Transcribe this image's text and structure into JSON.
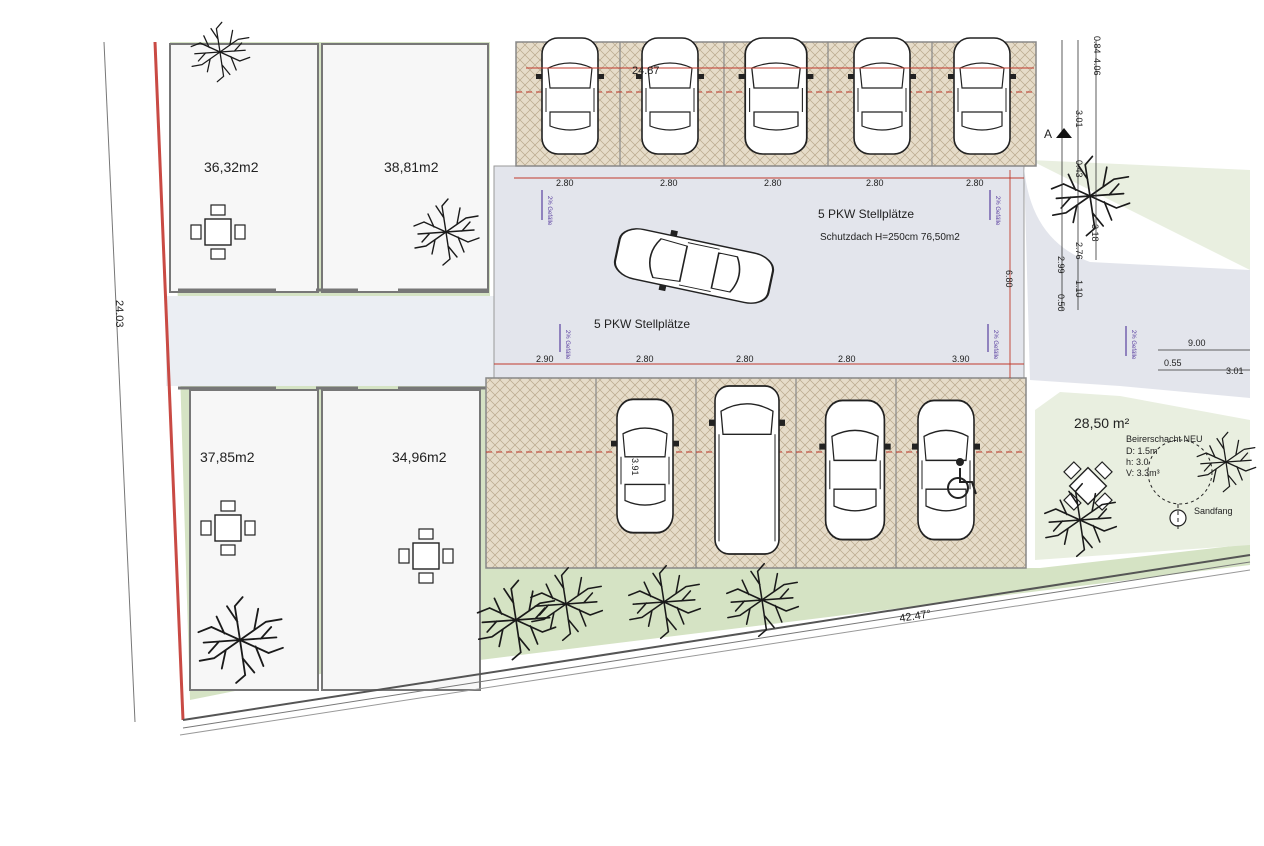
{
  "dimensions": {
    "top_width": "24.87",
    "left_height": "24.03",
    "bottom_length": "42.47°",
    "bay_top": [
      "2.80",
      "2.80",
      "2.80",
      "2.80",
      "2.80"
    ],
    "bay_mid": [
      "2.90",
      "2.80",
      "2.80",
      "2.80",
      "3.90"
    ],
    "depth": "6.80",
    "bay_depth": "3.91",
    "right_stack": [
      "0.84",
      "4.06",
      "3.01",
      "0.43",
      "3.18",
      "2.76",
      "2.99",
      "1.10",
      "0.50"
    ],
    "right_small": [
      "9.00",
      "0.55",
      "3.01"
    ]
  },
  "areas": [
    {
      "label": "36,32m2"
    },
    {
      "label": "38,81m2"
    },
    {
      "label": "37,85m2"
    },
    {
      "label": "34,96m2"
    },
    {
      "label": "28,50 m²"
    }
  ],
  "parking": {
    "upper_title": "5 PKW Stellplätze",
    "upper_sub": "Schutzdach H=250cm 76,50m2",
    "lower_title": "5 PKW Stellplätze",
    "slope_label": "2% Gefälle"
  },
  "section_marker": "A",
  "drainage": {
    "title": "Beirerschacht NEU",
    "d": "D: 1.5m",
    "h": "h: 3.0",
    "v": "V: 3.3m³",
    "trap": "Sandfang"
  },
  "colors": {
    "grass": "#d5e3c4",
    "pavement": "#e3e5ec",
    "paving_stones": "#e6dcc9",
    "wall": "#777777",
    "boundary": "#c94a44",
    "dim_line": "#c0392b"
  }
}
